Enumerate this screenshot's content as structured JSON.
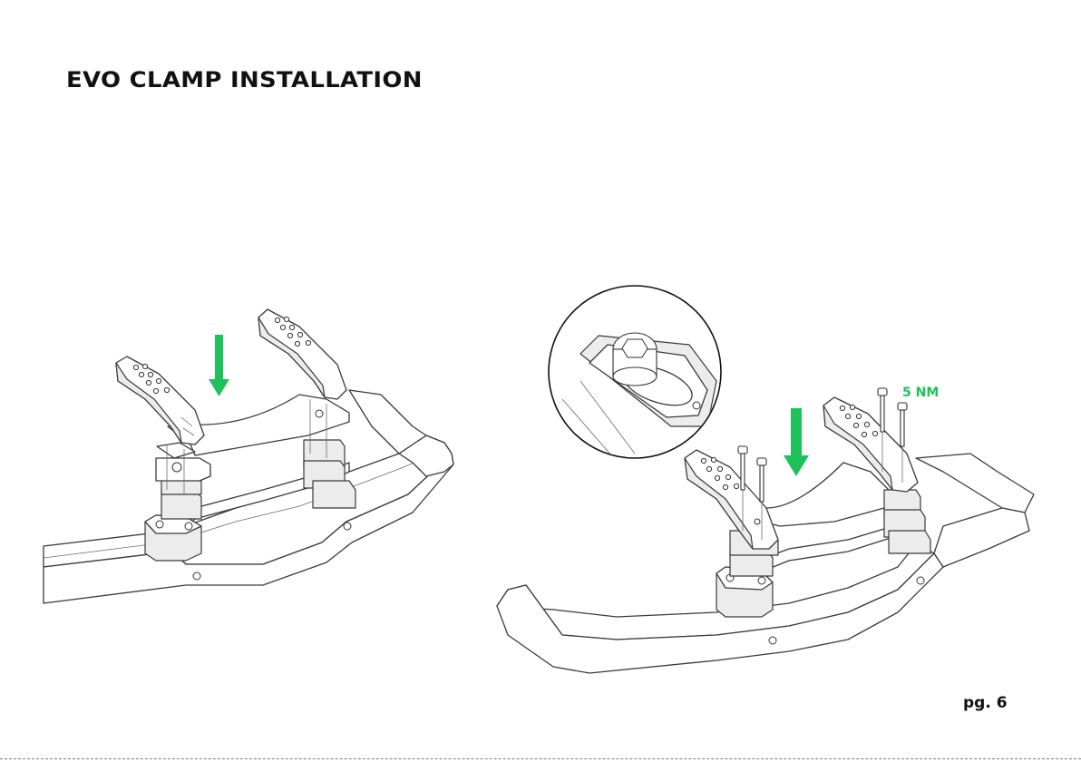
{
  "title": "EVO CLAMP INSTALLATION",
  "torque_label": "5 NM",
  "page_number": "pg. 6",
  "colors": {
    "accent_green": "#1ec25a",
    "text": "#111111",
    "line": "#3a3a3a"
  }
}
